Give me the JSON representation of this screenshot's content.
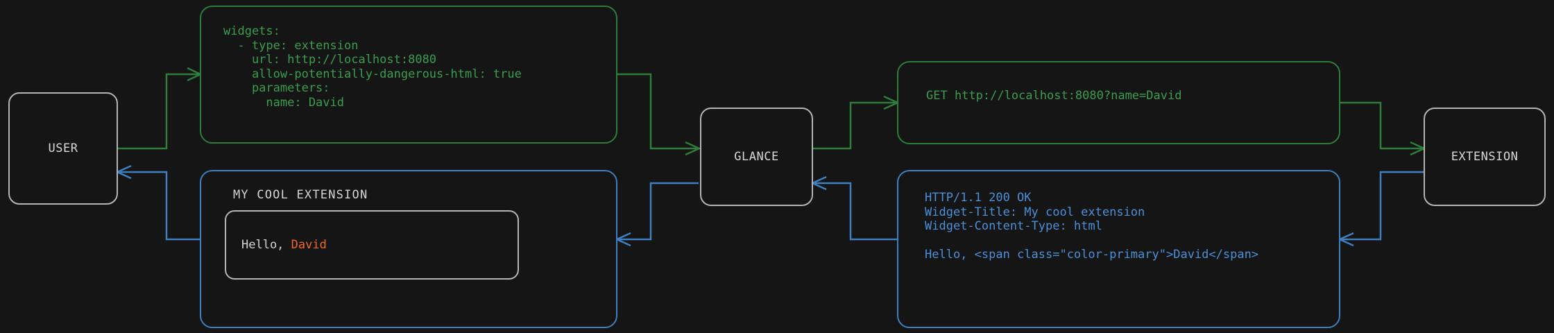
{
  "theme": {
    "background": "#151515",
    "node_border": "#b5b5b5",
    "node_text": "#d8d8d8",
    "request_green": "#3a9d4e",
    "request_green_border": "#2e7d3a",
    "response_blue": "#4a90d9",
    "response_blue_border": "#3d7fc1",
    "accent_orange": "#f06a22",
    "body_text": "#d5d5d5"
  },
  "nodes": {
    "user": {
      "label": "USER"
    },
    "glance": {
      "label": "GLANCE"
    },
    "extension": {
      "label": "EXTENSION"
    }
  },
  "panels": {
    "yaml_config": {
      "flow": "request",
      "color": "#3a9d4e",
      "text": "widgets:\n  - type: extension\n    url: http://localhost:8080\n    allow-potentially-dangerous-html: true\n    parameters:\n      name: David"
    },
    "get_request": {
      "flow": "request",
      "color": "#3a9d4e",
      "text": "GET http://localhost:8080?name=David"
    },
    "http_response": {
      "flow": "response",
      "color": "#4a90d9",
      "text": "HTTP/1.1 200 OK\nWidget-Title: My cool extension\nWidget-Content-Type: html\n\nHello, <span class=\"color-primary\">David</span>"
    },
    "widget_preview": {
      "flow": "response",
      "color": "#4a90d9",
      "title": "MY COOL EXTENSION",
      "card_text_plain": "Hello, ",
      "card_text_accent": "David"
    }
  },
  "edges": [
    {
      "name": "user-to-yaml",
      "flow": "request",
      "color": "#2e7d3a"
    },
    {
      "name": "yaml-to-glance",
      "flow": "request",
      "color": "#2e7d3a"
    },
    {
      "name": "glance-to-get",
      "flow": "request",
      "color": "#2e7d3a"
    },
    {
      "name": "get-to-extension",
      "flow": "request",
      "color": "#2e7d3a"
    },
    {
      "name": "extension-to-response",
      "flow": "response",
      "color": "#3d7fc1"
    },
    {
      "name": "response-to-glance",
      "flow": "response",
      "color": "#3d7fc1"
    },
    {
      "name": "glance-to-widget",
      "flow": "response",
      "color": "#3d7fc1"
    },
    {
      "name": "widget-to-user",
      "flow": "response",
      "color": "#3d7fc1"
    }
  ]
}
